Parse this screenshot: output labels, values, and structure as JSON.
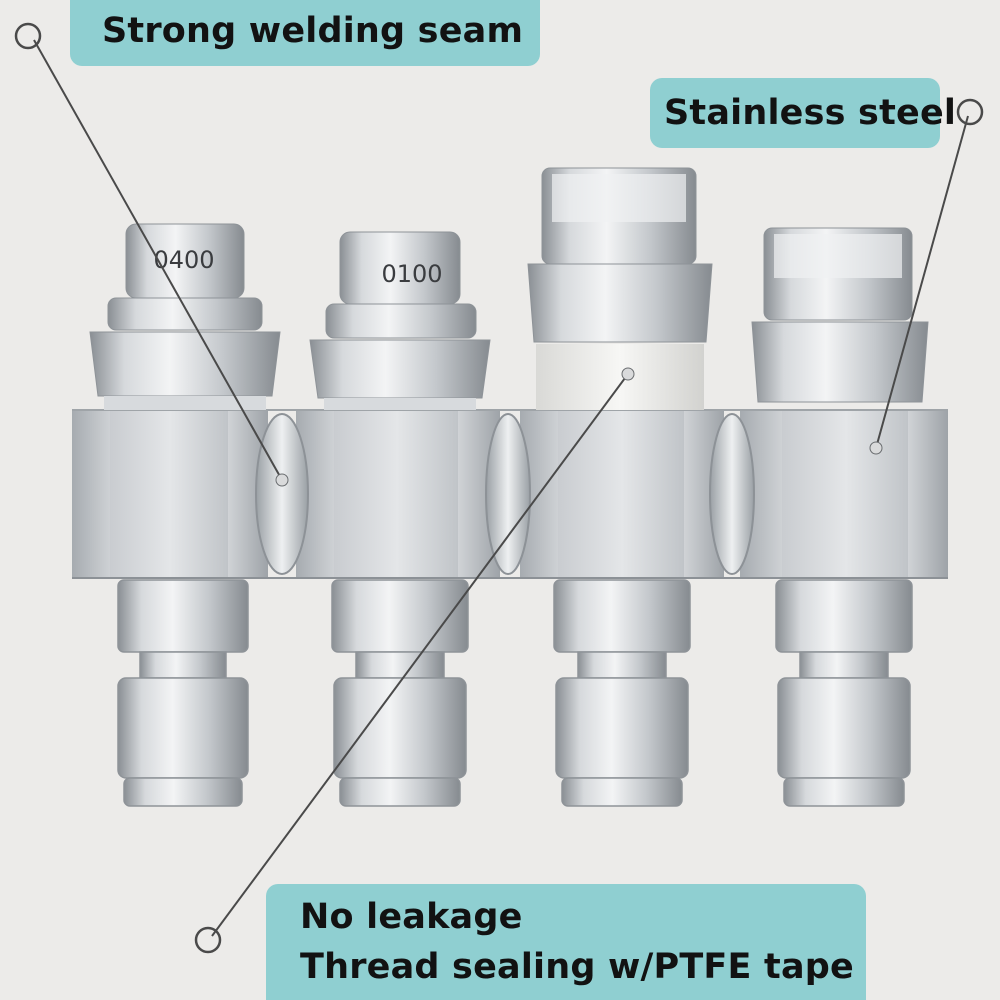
{
  "image": {
    "background": "#ecebe9",
    "callout_color": "#8fcfd1",
    "metal_light": "#e6e8ea",
    "metal_mid": "#b9bdc1",
    "metal_dark": "#7f8488",
    "tape_color": "#f1f1ef"
  },
  "callouts": {
    "weld": "Strong welding seam",
    "steel": "Stainless steel",
    "leak_line1": "No leakage",
    "leak_line2": "Thread sealing w/PTFE tape"
  },
  "nozzles": {
    "first_label": "0400",
    "second_label": "0100"
  }
}
